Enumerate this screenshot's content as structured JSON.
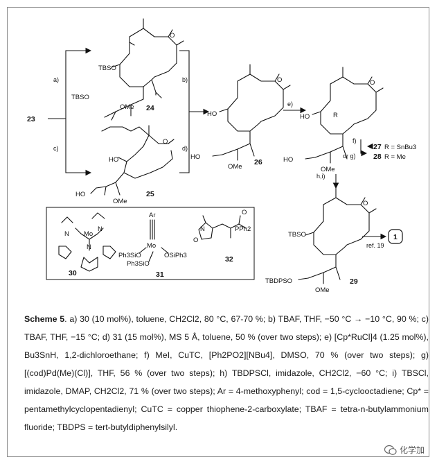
{
  "caption": {
    "scheme_label": "Scheme 5",
    "text": ". a) 30 (10 mol%), toluene, CH2Cl2, 80 °C, 67-70 %; b) TBAF, THF, −50 °C → −10 °C, 90 %; c) TBAF, THF, −15 °C; d) 31 (15 mol%), MS 5 Å, toluene, 50 % (over two steps); e) [Cp*RuCl]4 (1.25 mol%), Bu3SnH, 1,2-dichloroethane; f) MeI, CuTC, [Ph2PO2][NBu4], DMSO, 70 % (over two steps); g) [(cod)Pd(Me)(Cl)], THF, 56 % (over two steps); h) TBDPSCl, imidazole, CH2Cl2, −60 °C; i) TBSCl, imidazole, DMAP, CH2Cl2, 71 % (over two steps); Ar = 4-methoxyphenyl; cod = 1,5-cyclooctadiene; Cp* = pentamethylcyclopentadienyl; CuTC = copper thiophene-2-carboxylate; TBAF = tetra-n-butylammonium fluoride; TBDPS = tert-butyldiphenylsilyl."
  },
  "scheme": {
    "compounds": {
      "c23": "23",
      "c24": "24",
      "c25": "25",
      "c26": "26",
      "c27": "27",
      "c28": "28",
      "c29": "29",
      "c30": "30",
      "c31": "31",
      "c32": "32",
      "c1": "1"
    },
    "step_labels": {
      "a": "a)",
      "b": "b)",
      "c": "c)",
      "d": "d)",
      "e": "e)",
      "f": "f)",
      "org": "or g)",
      "hi": "h,i)",
      "ref": "ref. 19"
    },
    "substituents": {
      "tbso": "TBSO",
      "tbso_chain": "TBSO",
      "ome": "OMe",
      "ho": "HO",
      "r": "R",
      "tbdpso": "TBDPSO",
      "ar": "Ar",
      "mo": "Mo",
      "ph3sio": "Ph3SiO",
      "osiph3": "OSiPh3",
      "pph2": "PPh2",
      "o": "O",
      "n": "N"
    },
    "r_defs": {
      "r27": "R = SnBu3",
      "r28": "R = Me"
    }
  },
  "watermark": {
    "text": "化学加"
  }
}
